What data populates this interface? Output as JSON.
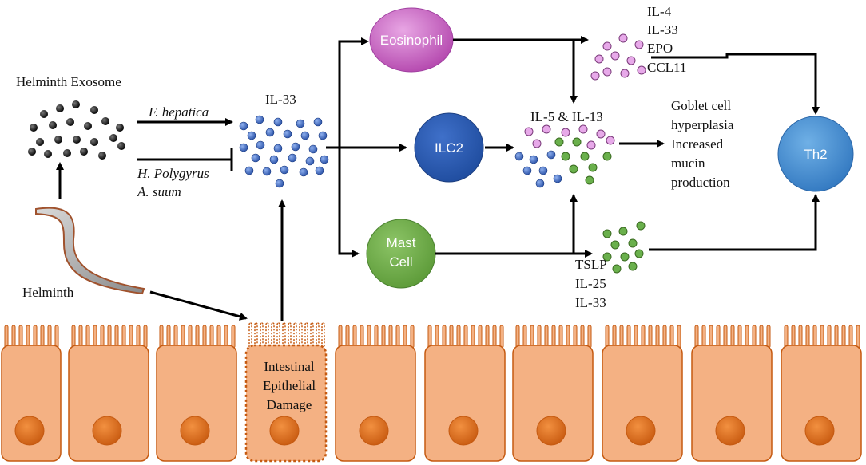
{
  "labels": {
    "helminth_exosome": "Helminth Exosome",
    "helminth": "Helminth",
    "f_hepatica": "F. hepatica",
    "h_polygyrus": "H. Polygyrus",
    "a_suum": "A. suum",
    "il33": "IL-33",
    "damage_1": "Intestinal",
    "damage_2": "Epithelial",
    "damage_3": "Damage",
    "il5_il13": "IL-5 & IL-13",
    "eos_cyto_1": "IL-4",
    "eos_cyto_2": "IL-33",
    "eos_cyto_3": "EPO",
    "eos_cyto_4": "CCL11",
    "mast_cyto_1": "TSLP",
    "mast_cyto_2": "IL-25",
    "mast_cyto_3": "IL-33",
    "outcome_1": "Goblet cell",
    "outcome_2": "hyperplasia",
    "outcome_3": "Increased",
    "outcome_4": "mucin",
    "outcome_5": "production"
  },
  "nodes": {
    "eosinophil": "Eosinophil",
    "ilc2": "ILC2",
    "mast_1": "Mast",
    "mast_2": "Cell",
    "th2": "Th2"
  },
  "colors": {
    "eosinophil": "#c95cc4",
    "ilc2": "#2f5fb8",
    "mast": "#72b24a",
    "th2": "#4a8fd0",
    "epithelium": "#f4b183",
    "epithelium_border": "#c55a11",
    "nucleus": "#e07020",
    "il33_dot": "#3a66c4",
    "pink_dot": "#e7a9e9",
    "green_dot": "#6ab04c",
    "exosome_dot": "#111111"
  },
  "icons": {
    "helminth": "worm-icon"
  }
}
